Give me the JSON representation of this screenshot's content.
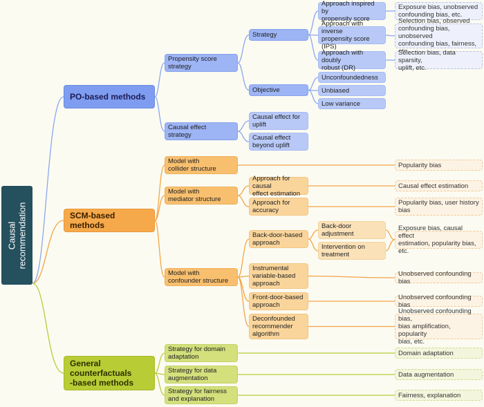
{
  "nodes": {
    "root": "Causal\nrecommendation",
    "po": "PO-based methods",
    "scm": "SCM-based methods",
    "gc": "General\ncounterfactuals\n-based methods",
    "po_ps": "Propensity score\nstrategy",
    "po_ce": "Causal effect\nstrategy",
    "po_strategy": "Strategy",
    "po_objective": "Objective",
    "po_ips1": "Approach inspired by\npropensity score",
    "po_ips2": "Approach with inverse\npropensity score (IPS)",
    "po_dr": "Approach with doubly\nrobust (DR)",
    "po_unconf": "Unconfoundedness",
    "po_unbiased": "Unbiased",
    "po_lowvar": "Low variance",
    "po_uplift": "Causal effect for\nuplift",
    "po_beyond": "Causal effect\nbeyond uplift",
    "po_leaf1": "Exposure bias, unobserved\nconfounding bias, etc.",
    "po_leaf2": "Selection bias, observed\nconfounding bias, unobserved\nconfounding bias, fairness, etc.",
    "po_leaf3": "Selection bias, data sparsity,\nuplift, etc.",
    "scm_collider": "Model with\ncollider structure",
    "scm_mediator": "Model with\nmediator structure",
    "scm_confounder": "Model with\nconfounder structure",
    "scm_ce_est": "Approach for causal\neffect estimation",
    "scm_accuracy": "Approach for\naccuracy",
    "scm_backdoor": "Back-door-based\napproach",
    "scm_iv": "Instrumental\nvariable-based\napproach",
    "scm_frontdoor": "Front-door-based\napproach",
    "scm_deconf": "Deconfounded\nrecommender\nalgorithm",
    "scm_bd_adj": "Back-door\nadjustment",
    "scm_interv": "Intervention on\ntreatment",
    "scm_leaf_pop": "Popularity bias",
    "scm_leaf_ce": "Causal effect estimation",
    "scm_leaf_hist": "Popularity bias, user history\nbias",
    "scm_leaf_exp": "Exposure bias, causal effect\nestimation, popularity bias, etc.",
    "scm_leaf_unobs1": "Unobserved confounding bias",
    "scm_leaf_unobs2": "Unobserved confounding bias",
    "scm_leaf_deconf": "Unobserved confounding bias,\nbias amplification, popularity\nbias, etc.",
    "gc_domain": "Strategy for domain\nadaptation",
    "gc_aug": "Strategy for data\naugmentation",
    "gc_fair": "Strategy for fairness\nand explanation",
    "gc_leaf_domain": "Domain adaptation",
    "gc_leaf_aug": "Data augmentation",
    "gc_leaf_fair": "Fairness, explanation"
  },
  "colors": {
    "po_line": "#8aa6ef",
    "scm_line": "#f3a445",
    "gc_line": "#b8cc36",
    "root_bg": "#25505e"
  }
}
